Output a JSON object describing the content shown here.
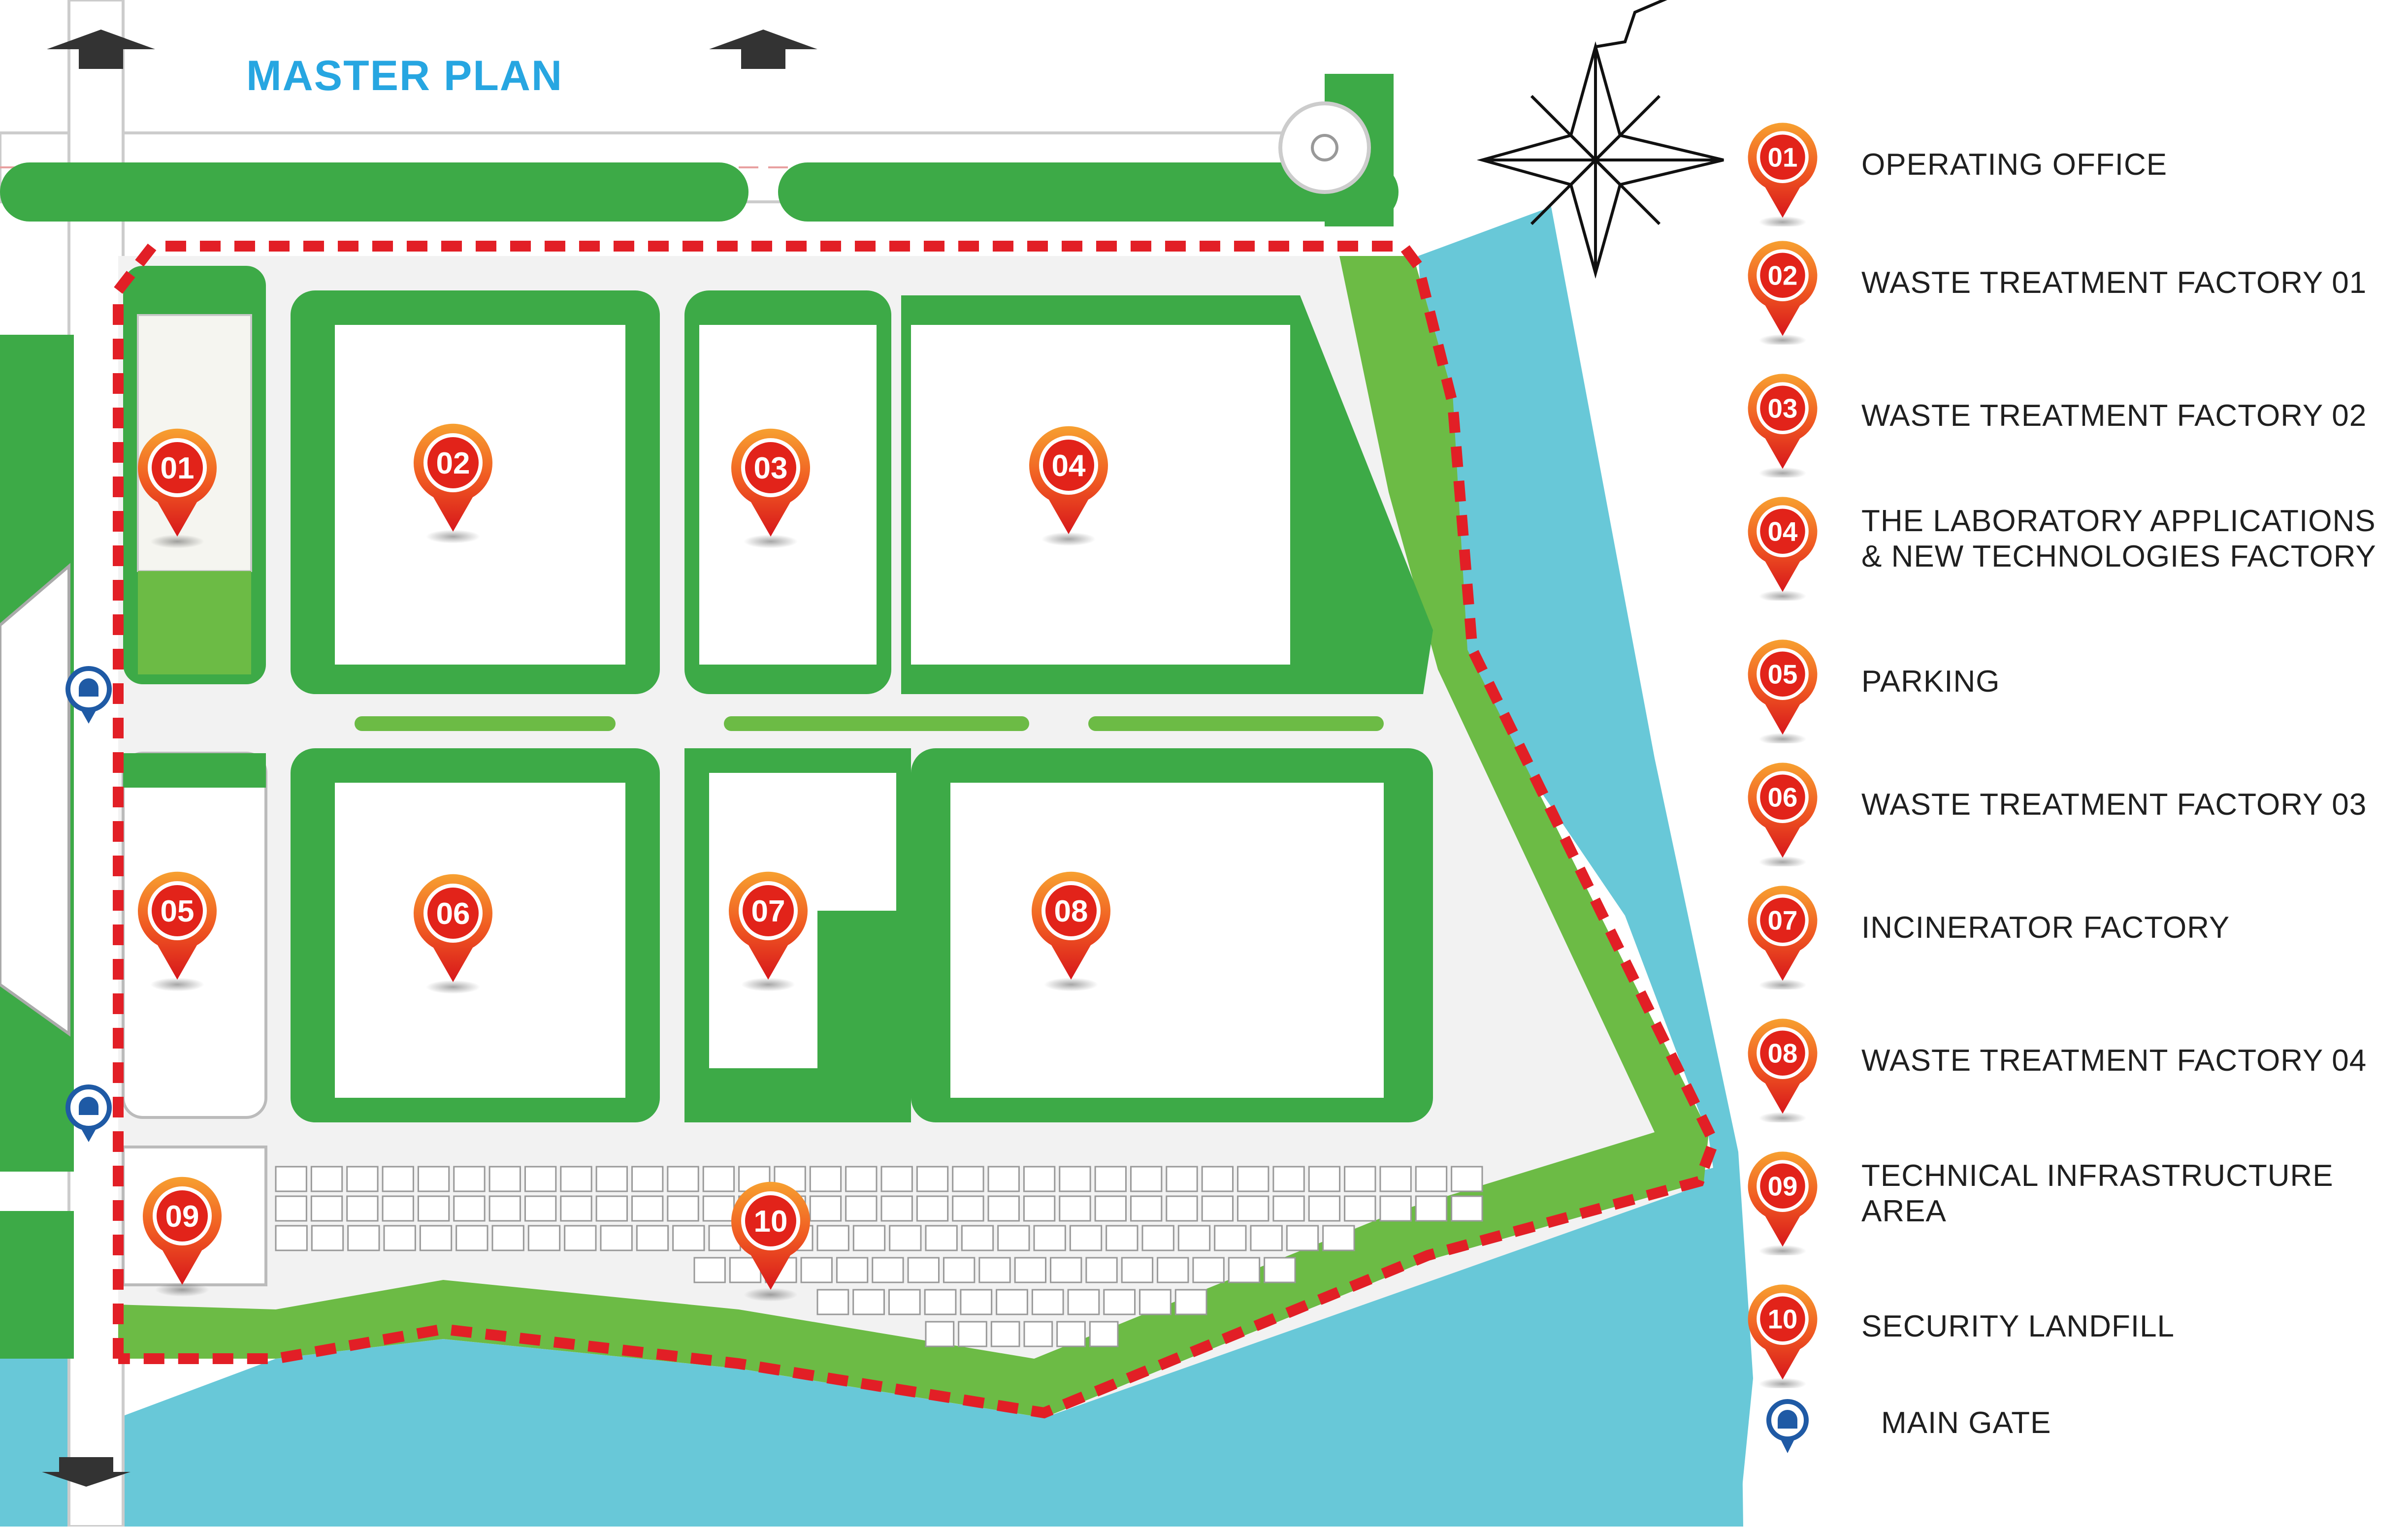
{
  "title": "MASTER PLAN",
  "colors": {
    "green": "#3daa47",
    "light_green": "#6cbb45",
    "water": "#68c8d8",
    "boundary": "#e21f26",
    "pin_orange": "#f36d21",
    "pin_red": "#e2231a",
    "gate_blue": "#1f5aa5"
  },
  "map_markers": [
    "01",
    "02",
    "03",
    "04",
    "05",
    "06",
    "07",
    "08",
    "09",
    "10"
  ],
  "legend": [
    {
      "number": "01",
      "label": "OPERATING OFFICE"
    },
    {
      "number": "02",
      "label": "WASTE TREATMENT FACTORY 01"
    },
    {
      "number": "03",
      "label": "WASTE TREATMENT FACTORY 02"
    },
    {
      "number": "04",
      "label": "THE LABORATORY APPLICATIONS\n& NEW TECHNOLOGIES FACTORY"
    },
    {
      "number": "05",
      "label": "PARKING"
    },
    {
      "number": "06",
      "label": "WASTE TREATMENT FACTORY 03"
    },
    {
      "number": "07",
      "label": "INCINERATOR FACTORY"
    },
    {
      "number": "08",
      "label": "WASTE TREATMENT FACTORY 04"
    },
    {
      "number": "09",
      "label": "TECHNICAL INFRASTRUCTURE AREA"
    },
    {
      "number": "10",
      "label": "SECURITY LANDFILL"
    }
  ],
  "main_gate": {
    "icon": "gate-icon",
    "label": "MAIN GATE"
  }
}
